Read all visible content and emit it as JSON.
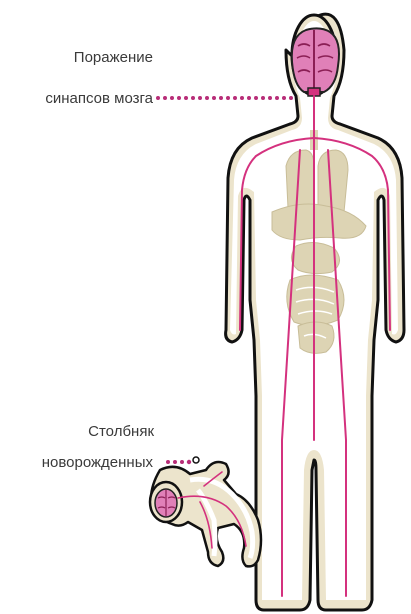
{
  "labels": {
    "brain_line1": "Поражение",
    "brain_line2": "синапсов мозга",
    "tetanus_line1": "Столбняк",
    "tetanus_line2": "новорожденных"
  },
  "colors": {
    "outline": "#111111",
    "body_fill": "#ece4cc",
    "inner_fill": "#ffffff",
    "nerve": "#d4317e",
    "brain": "#e080b8",
    "organs": "#ddd4b4",
    "dots": "#b82d78",
    "text": "#3a3a3a"
  }
}
